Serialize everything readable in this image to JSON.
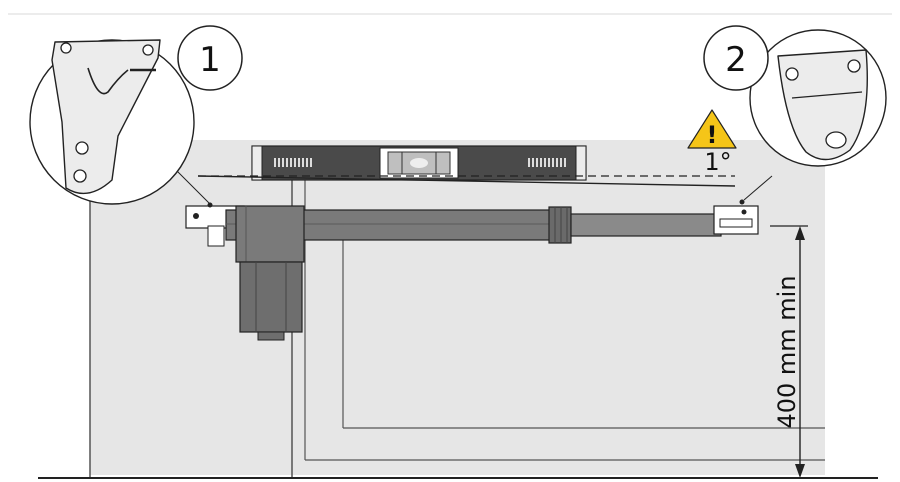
{
  "callouts": [
    {
      "number": "1",
      "part": "front-bracket"
    },
    {
      "number": "2",
      "part": "rear-bracket"
    }
  ],
  "warning": {
    "icon": "warning-triangle-icon",
    "color": "#f5c518",
    "symbol": "!"
  },
  "tilt_angle": {
    "label": "1°",
    "value_deg": 1
  },
  "dimension": {
    "label": "400 mm min",
    "value_mm": 400
  },
  "colors": {
    "gate_panel": "#e6e6e6",
    "actuator_body": "#7a7a7a",
    "level_body": "#4a4a4a",
    "level_vial": "#bfbfbf",
    "warning": "#f5c518"
  }
}
